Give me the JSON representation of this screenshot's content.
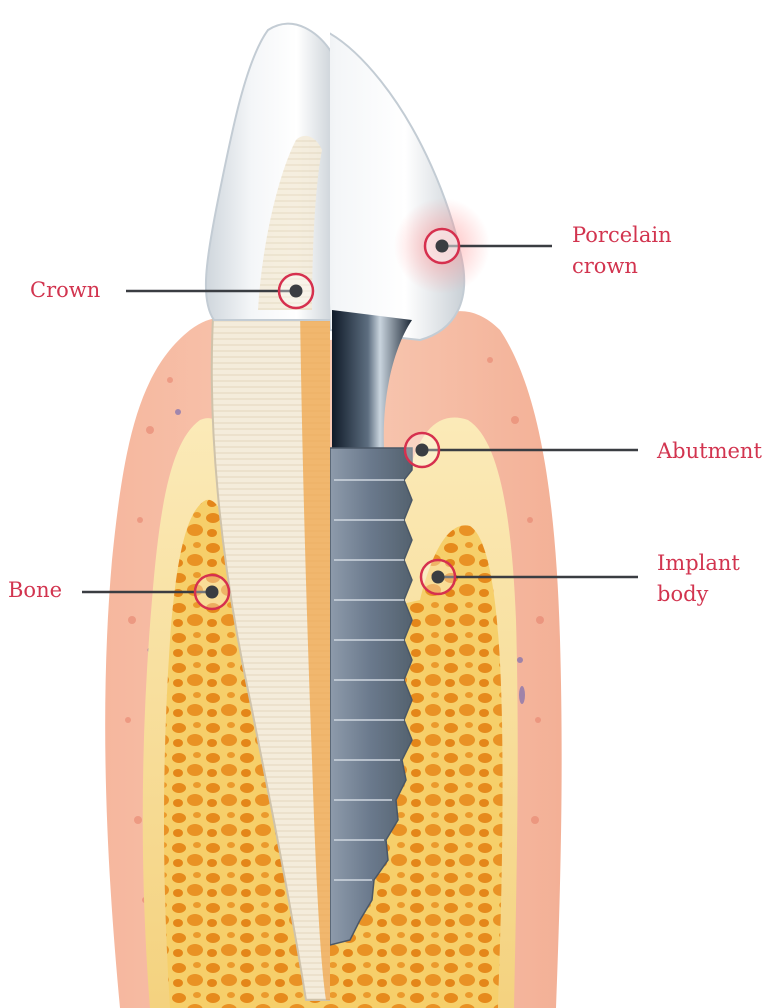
{
  "labels": {
    "crown": "Crown",
    "bone": "Bone",
    "porcelain_crown_line1": "Porcelain",
    "porcelain_crown_line2": "crown",
    "abutment": "Abutment",
    "implant_body_line1": "Implant",
    "implant_body_line2": "body"
  },
  "colors": {
    "label_text": "#d2344f",
    "marker_ring": "#d6304e",
    "leader_line": "#3a3d42",
    "gum": "#f2b39a",
    "bone": "#f3d88f",
    "porous_bone": "#e99a2e",
    "implant": "#6f7e92",
    "abutment": "#2f3a4a",
    "tooth_enamel": "#eef1f3"
  }
}
